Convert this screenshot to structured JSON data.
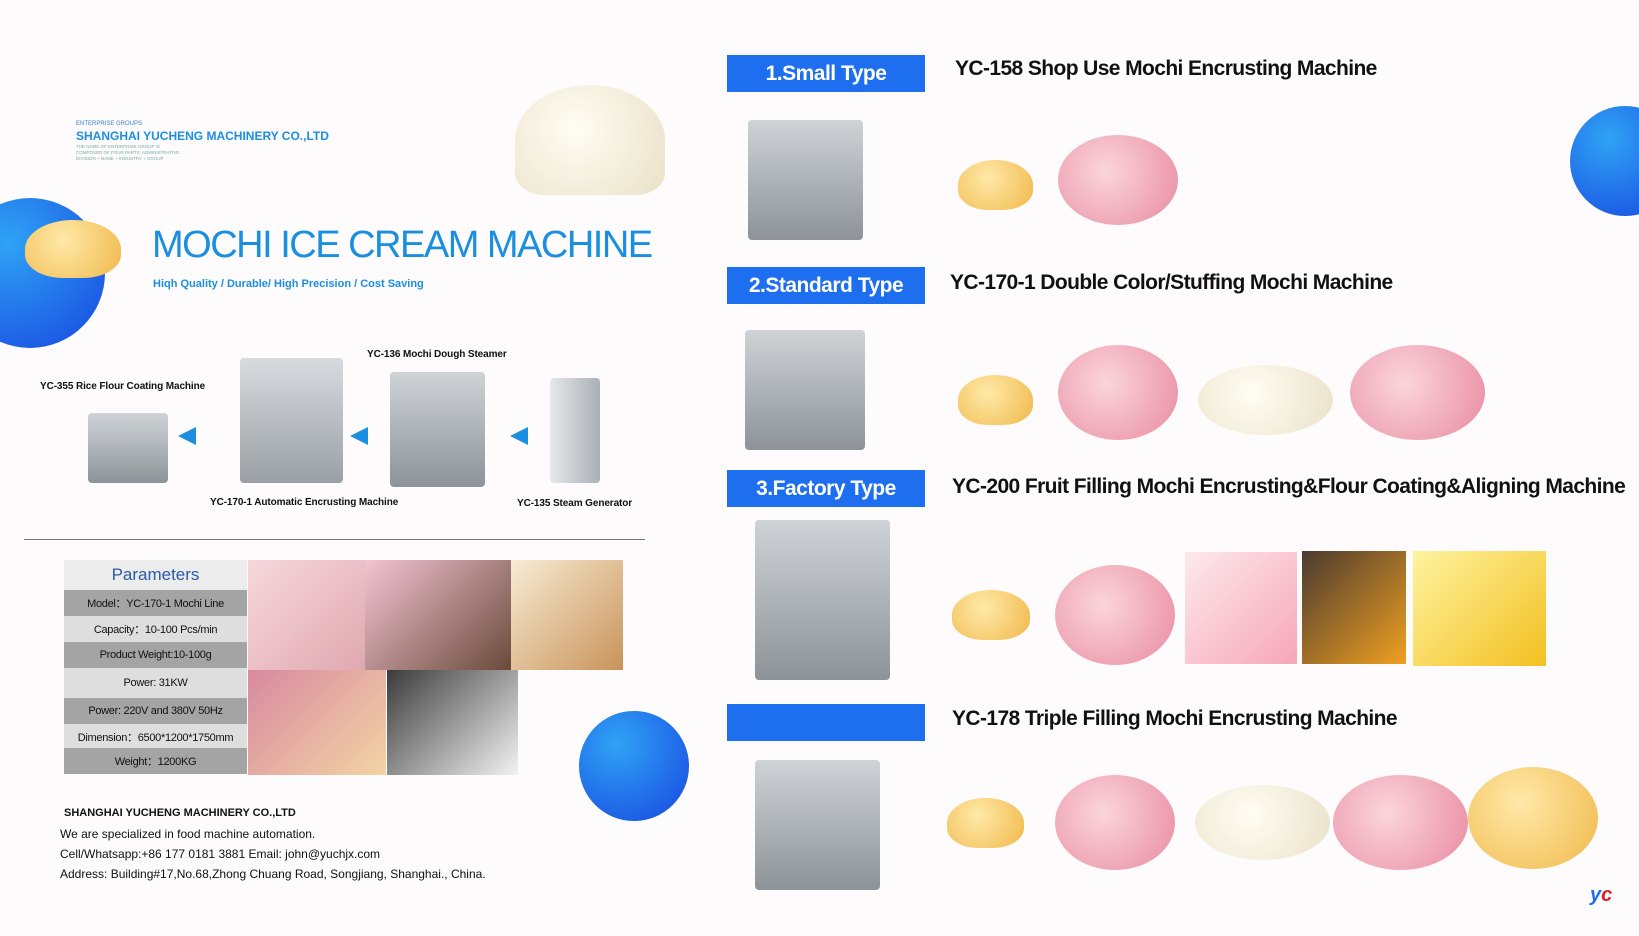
{
  "company": {
    "group_label": "ENTERPRISE GROUPS",
    "name": "SHANGHAI YUCHENG MACHINERY CO.,LTD",
    "tagline": "THE NAME OF ENTERPRISE GROUP IS COMPOSED OF FOUR PARTS: ADMINISTRATIVE DIVISION + NAME + INDUSTRY + GROUP"
  },
  "hero": {
    "title": "MOCHI ICE CREAM MACHINE",
    "subtitle": "Hiqh Quality / Durable/ High Precision / Cost Saving"
  },
  "line": [
    {
      "label": "YC-355 Rice Flour Coating Machine"
    },
    {
      "label": "YC-170-1 Automatic Encrusting Machine"
    },
    {
      "label": "YC-136 Mochi Dough Steamer"
    },
    {
      "label": "YC-135 Steam Generator"
    }
  ],
  "parameters": {
    "title": "Parameters",
    "rows": [
      "Model：YC-170-1 Mochi Line",
      "Capacity：10-100 Pcs/min",
      "Product Weight:10-100g",
      "Power: 31KW",
      "Power: 220V and 380V 50Hz",
      "Dimension：6500*1200*1750mm",
      "Weight：1200KG"
    ]
  },
  "contact": {
    "company": "SHANGHAI YUCHENG MACHINERY CO.,LTD",
    "intro": "We are specialized in food machine automation.",
    "phone_email": "Cell/Whatsapp:+86 177 0181 3881   Email: john@yuchjx.com",
    "address": "Address:  Building#17,No.68,Zhong Chuang Road, Songjiang, Shanghai., China."
  },
  "types": [
    {
      "label": "1.Small Type",
      "title": "YC-158 Shop Use Mochi Encrusting Machine"
    },
    {
      "label": "2.Standard Type",
      "title": "YC-170-1 Double Color/Stuffing Mochi Machine"
    },
    {
      "label": "3.Factory Type",
      "title": "YC-200 Fruit Filling Mochi Encrusting&Flour Coating&Aligning Machine"
    },
    {
      "label": "",
      "title": "YC-178 Triple Filling Mochi Encrusting Machine"
    }
  ],
  "colors": {
    "accent": "#1e6ff0",
    "hero_title": "#1a8fe0"
  }
}
